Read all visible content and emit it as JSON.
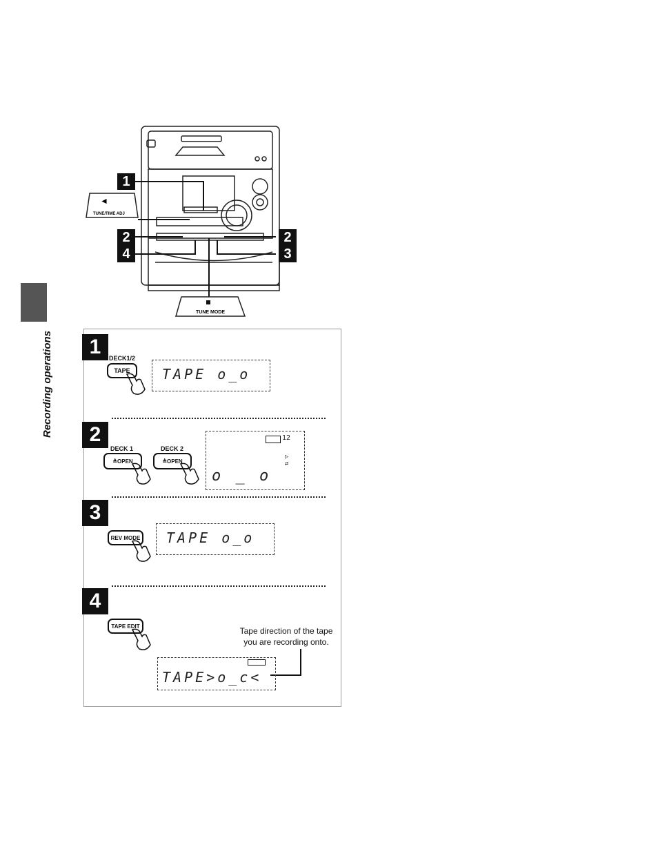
{
  "section": {
    "title": "Recording operations"
  },
  "device": {
    "callouts": [
      "1",
      "2",
      "2",
      "3",
      "4"
    ],
    "tune_time_label": "TUNE/TIME ADJ",
    "tune_mode_label": "TUNE MODE"
  },
  "steps": [
    {
      "number": "1",
      "button_caption": "DECK1/2",
      "button_label": "TAPE",
      "display_text": "TAPE  o_o"
    },
    {
      "number": "2",
      "deck1_caption": "DECK 1",
      "deck1_label": "≜OPEN",
      "deck2_caption": "DECK 2",
      "deck2_label": "≜OPEN",
      "display_counter": "12",
      "display_text": "o _ o"
    },
    {
      "number": "3",
      "button_label": "REV MODE",
      "display_text": "TAPE  o_o"
    },
    {
      "number": "4",
      "button_label": "TAPE EDIT",
      "note": "Tape direction of the tape you are recording onto.",
      "display_text": "TAPE>o_c<"
    }
  ]
}
